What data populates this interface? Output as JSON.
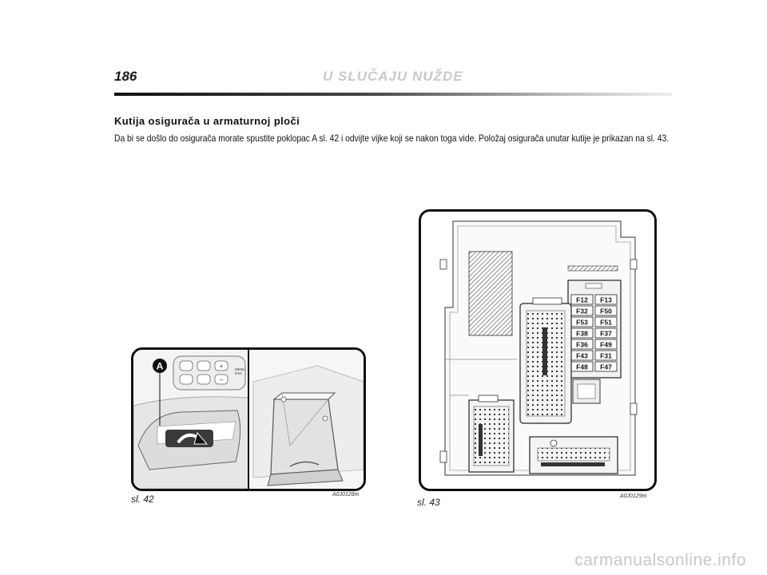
{
  "header": {
    "page_number": "186",
    "section_title": "U SLUČAJU NUŽDE"
  },
  "content": {
    "heading": "Kutija osigurača u armaturnoj ploči",
    "paragraph": "Da bi se došlo do osigurača morate spustite poklopac A sl. 42   i odvijte vijke koji se nakon toga vide. Položaj osigurača unutar kutije je prikazan na sl. 43."
  },
  "figures": {
    "fig42": {
      "caption": "sl. 42",
      "code": "A0J0128m",
      "callout": "A",
      "panel_labels": [
        "MENU",
        "ESC",
        "+",
        "–"
      ]
    },
    "fig43": {
      "caption": "sl. 43",
      "code": "A0J0129m",
      "fuses": [
        [
          "F12",
          "F13"
        ],
        [
          "F32",
          "F50"
        ],
        [
          "F53",
          "F51"
        ],
        [
          "F38",
          "F37"
        ],
        [
          "F36",
          "F49"
        ],
        [
          "F43",
          "F31"
        ],
        [
          "F48",
          "F47"
        ]
      ]
    }
  },
  "watermark": "carmanualsonline.info"
}
